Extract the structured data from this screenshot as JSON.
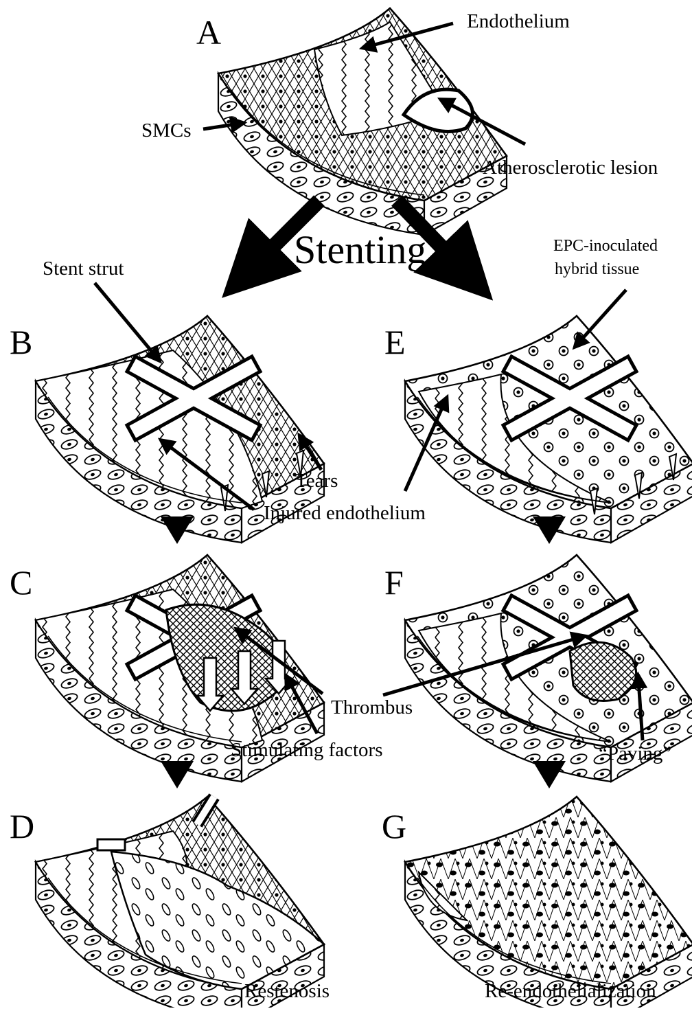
{
  "panels": {
    "A": {
      "letter": "A"
    },
    "B": {
      "letter": "B"
    },
    "C": {
      "letter": "C"
    },
    "D": {
      "letter": "D",
      "caption": "Restenosis"
    },
    "E": {
      "letter": "E"
    },
    "F": {
      "letter": "F"
    },
    "G": {
      "letter": "G",
      "caption": "Re-endothelialization"
    }
  },
  "labels": {
    "endothelium": "Endothelium",
    "smcs": "SMCs",
    "atherosclerotic_lesion": "Atherosclerotic lesion",
    "stenting": "Stenting",
    "stent_strut": "Stent strut",
    "epc_line1": "EPC-inoculated",
    "epc_line2": "hybrid tissue",
    "tears": "Tears",
    "injured_endothelium": "Injured endothelium",
    "thrombus": "Thrombus",
    "stimulating_factors": "Stimulating factors",
    "paving": "“Paving”"
  }
}
